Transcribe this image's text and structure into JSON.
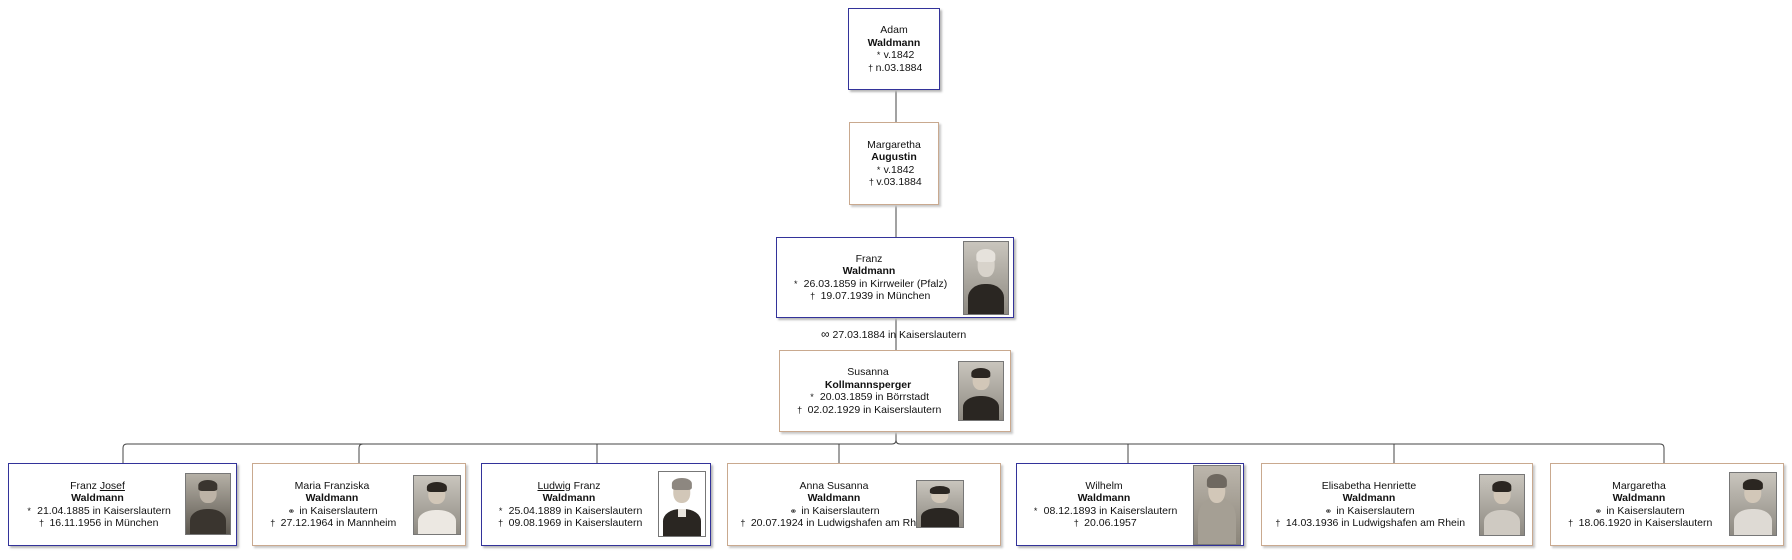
{
  "ancestors": [
    {
      "given": "Adam",
      "surname": "Waldmann",
      "birth": "v.1842",
      "death": "n.03.1884"
    },
    {
      "given": "Margaretha",
      "surname": "Augustin",
      "birth": "v.1842",
      "death": "v.03.1884"
    }
  ],
  "father": {
    "given": "Franz",
    "surname": "Waldmann",
    "birth": "26.03.1859 in Kirrweiler (Pfalz)",
    "death": "19.07.1939 in München"
  },
  "marriage": {
    "symbol": "∞",
    "text": "27.03.1884 in Kaiserslautern"
  },
  "mother": {
    "given": "Susanna",
    "surname": "Kollmannsperger",
    "birth": "20.03.1859 in Börrstadt",
    "death": "02.02.1929 in Kaiserslautern"
  },
  "children": [
    {
      "given_a": "Franz ",
      "given_b": "Josef",
      "given_c": "",
      "surname": "Waldmann",
      "e1": "21.04.1885 in Kaiserslautern",
      "e2": "16.11.1956 in München"
    },
    {
      "given_a": "Maria Franziska",
      "given_b": "",
      "given_c": "",
      "surname": "Waldmann",
      "e1": "in Kaiserslautern",
      "e2": "27.12.1964 in Mannheim"
    },
    {
      "given_a": "",
      "given_b": "Ludwig",
      "given_c": " Franz",
      "surname": "Waldmann",
      "e1": "25.04.1889 in Kaiserslautern",
      "e2": "09.08.1969 in Kaiserslautern"
    },
    {
      "given_a": "Anna Susanna",
      "given_b": "",
      "given_c": "",
      "surname": "Waldmann",
      "e1": "in Kaiserslautern",
      "e2": "20.07.1924 in Ludwigshafen am Rhein"
    },
    {
      "given_a": "Wilhelm",
      "given_b": "",
      "given_c": "",
      "surname": "Waldmann",
      "e1": "08.12.1893 in Kaiserslautern",
      "e2": "20.06.1957"
    },
    {
      "given_a": "Elisabetha Henriette",
      "given_b": "",
      "given_c": "",
      "surname": "Waldmann",
      "e1": "in Kaiserslautern",
      "e2": "14.03.1936 in Ludwigshafen am Rhein"
    },
    {
      "given_a": "Margaretha",
      "given_b": "",
      "given_c": "",
      "surname": "Waldmann",
      "e1": "in Kaiserslautern",
      "e2": "18.06.1920 in Kaiserslautern"
    }
  ],
  "symbols": {
    "birth": "*",
    "death": "†",
    "marriage": "⚭"
  },
  "colors": {
    "male_border": "#33339a",
    "female_border": "#c9a98f",
    "line": "#444444"
  }
}
